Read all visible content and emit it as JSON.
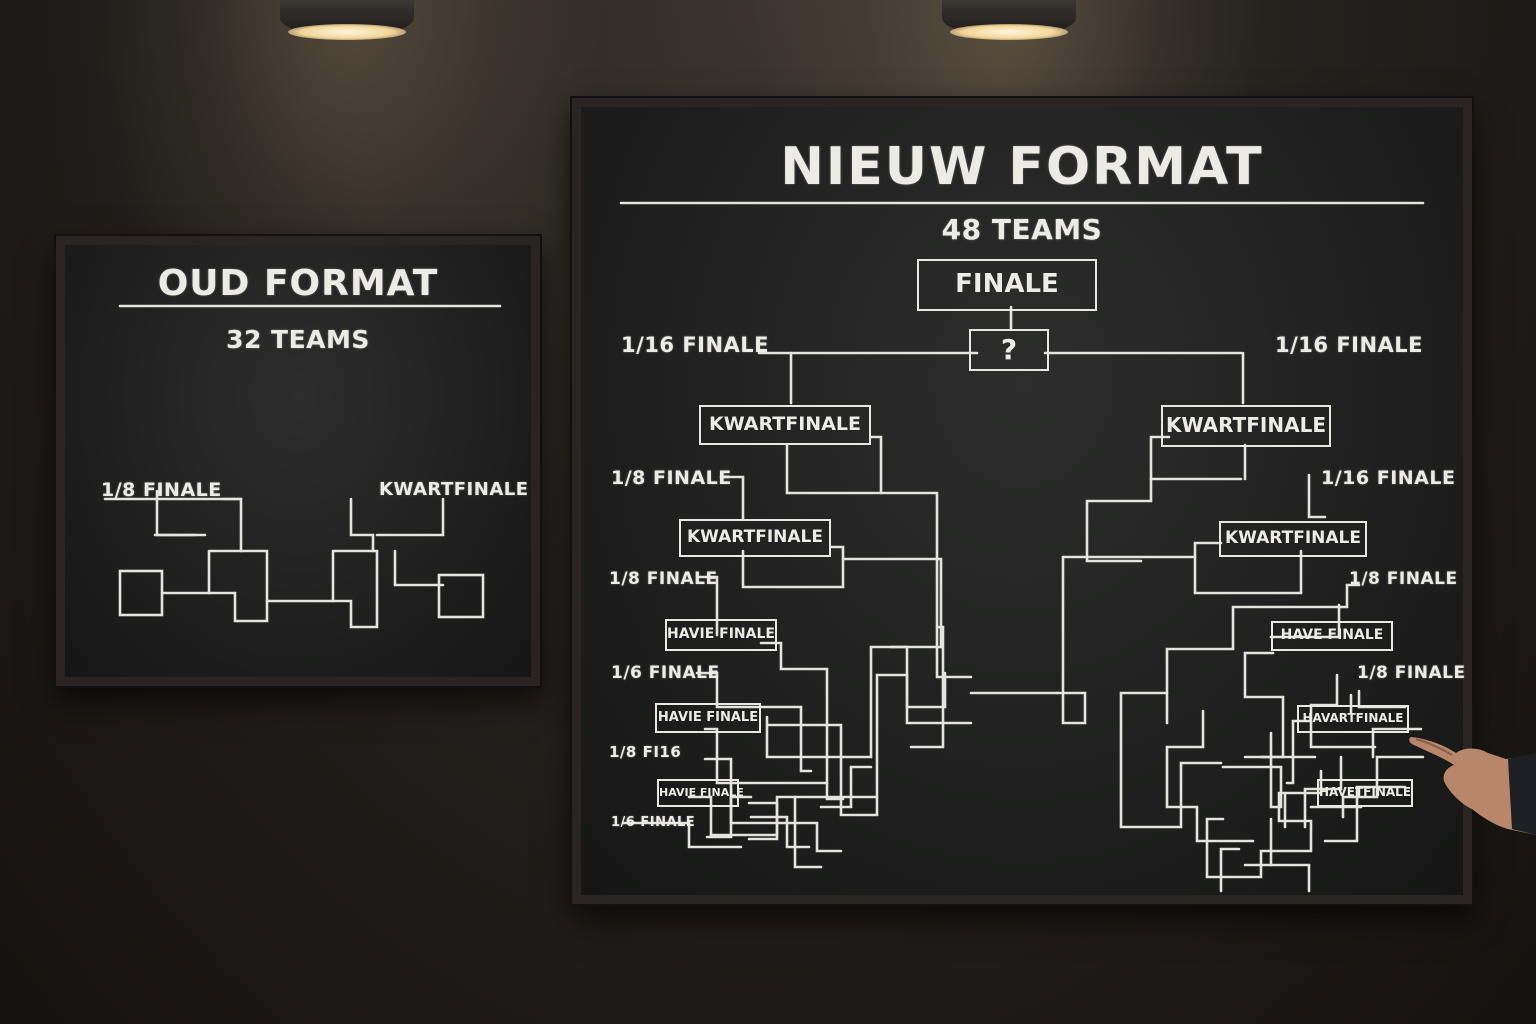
{
  "old_board": {
    "title": "OUD FORMAT",
    "subtitle": "32 TEAMS",
    "labels": {
      "left": "1/8 FINALE",
      "right": "KWARTFINALE"
    }
  },
  "new_board": {
    "title": "NIEUW FORMAT",
    "subtitle": "48 TEAMS",
    "final_box": "FINALE",
    "question_box": "?",
    "left": {
      "r16_top": "1/16 FINALE",
      "qf_top": "KWARTFINALE",
      "r8_a": "1/8 FINALE",
      "qf_mid": "KWARTFINALE",
      "r8_b": "1/8 FINALE",
      "sf_a": "HAVIE FINALE",
      "r6_a": "1/6 FINALE",
      "sf_b": "HAVIE FINALE",
      "r8_c": "1/8 FI16",
      "sf_c": "HAVIE FINALE",
      "r6_b": "1/6 FINALE"
    },
    "right": {
      "r16_top": "1/16 FINALE",
      "qf_top": "KWARTFINALE",
      "r16_b": "1/16 FINALE",
      "qf_mid": "KWARTFINALE",
      "r8_a": "1/8 FINALE",
      "sf_a": "HAVE FINALE",
      "r8_b": "1/8 FINALE",
      "sf_b": "HAVARTFINALE",
      "sf_c": "HAVETFINALE"
    }
  }
}
